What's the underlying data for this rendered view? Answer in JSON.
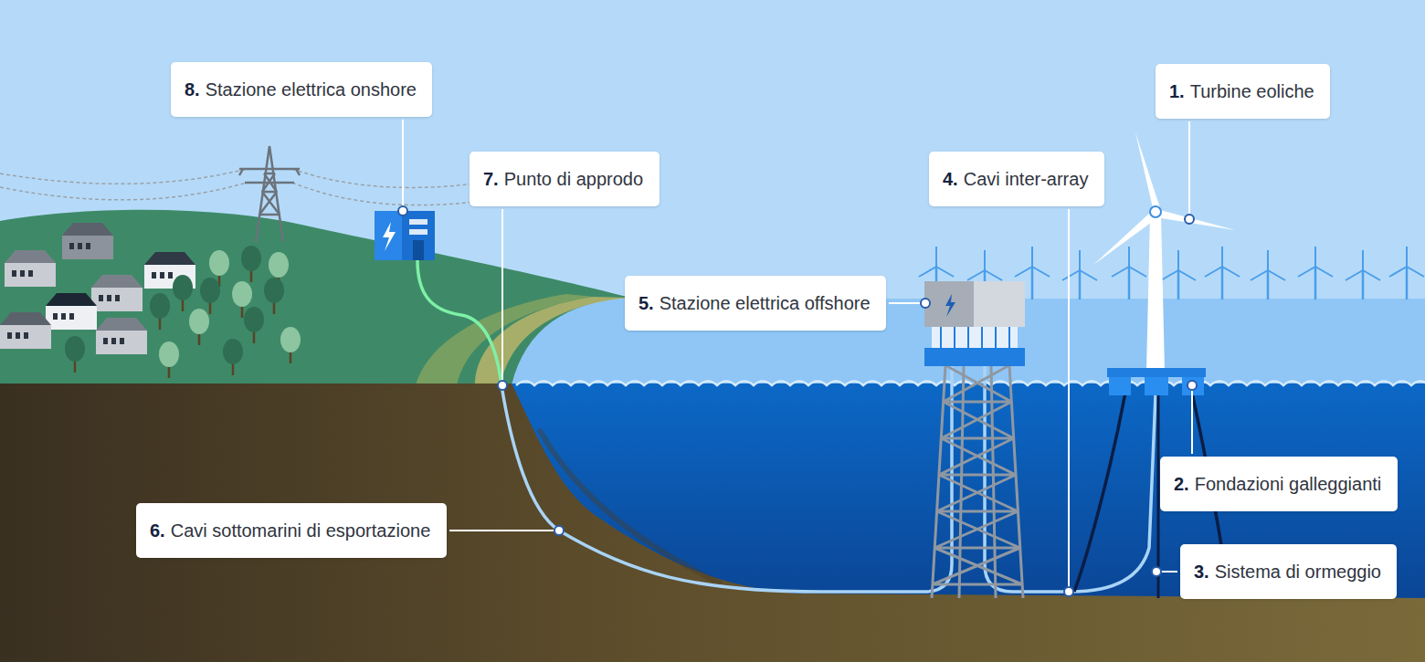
{
  "diagram": {
    "nodes": [
      {
        "text": [
          "1.",
          "Turbine eoliche"
        ]
      },
      {
        "text": [
          "2.",
          "Fondazioni galleggianti"
        ]
      },
      {
        "text": [
          "3.",
          "Sistema di ormeggio"
        ]
      },
      {
        "text": [
          "4.",
          "Cavi inter-array"
        ]
      },
      {
        "text": [
          "5.",
          "Stazione elettrica offshore"
        ]
      },
      {
        "text": [
          "6.",
          "Cavi sottomarini di esportazione"
        ]
      },
      {
        "text": [
          "7.",
          "Punto di approdo"
        ]
      },
      {
        "text": [
          "8.",
          "Stazione elettrica onshore"
        ]
      }
    ]
  }
}
